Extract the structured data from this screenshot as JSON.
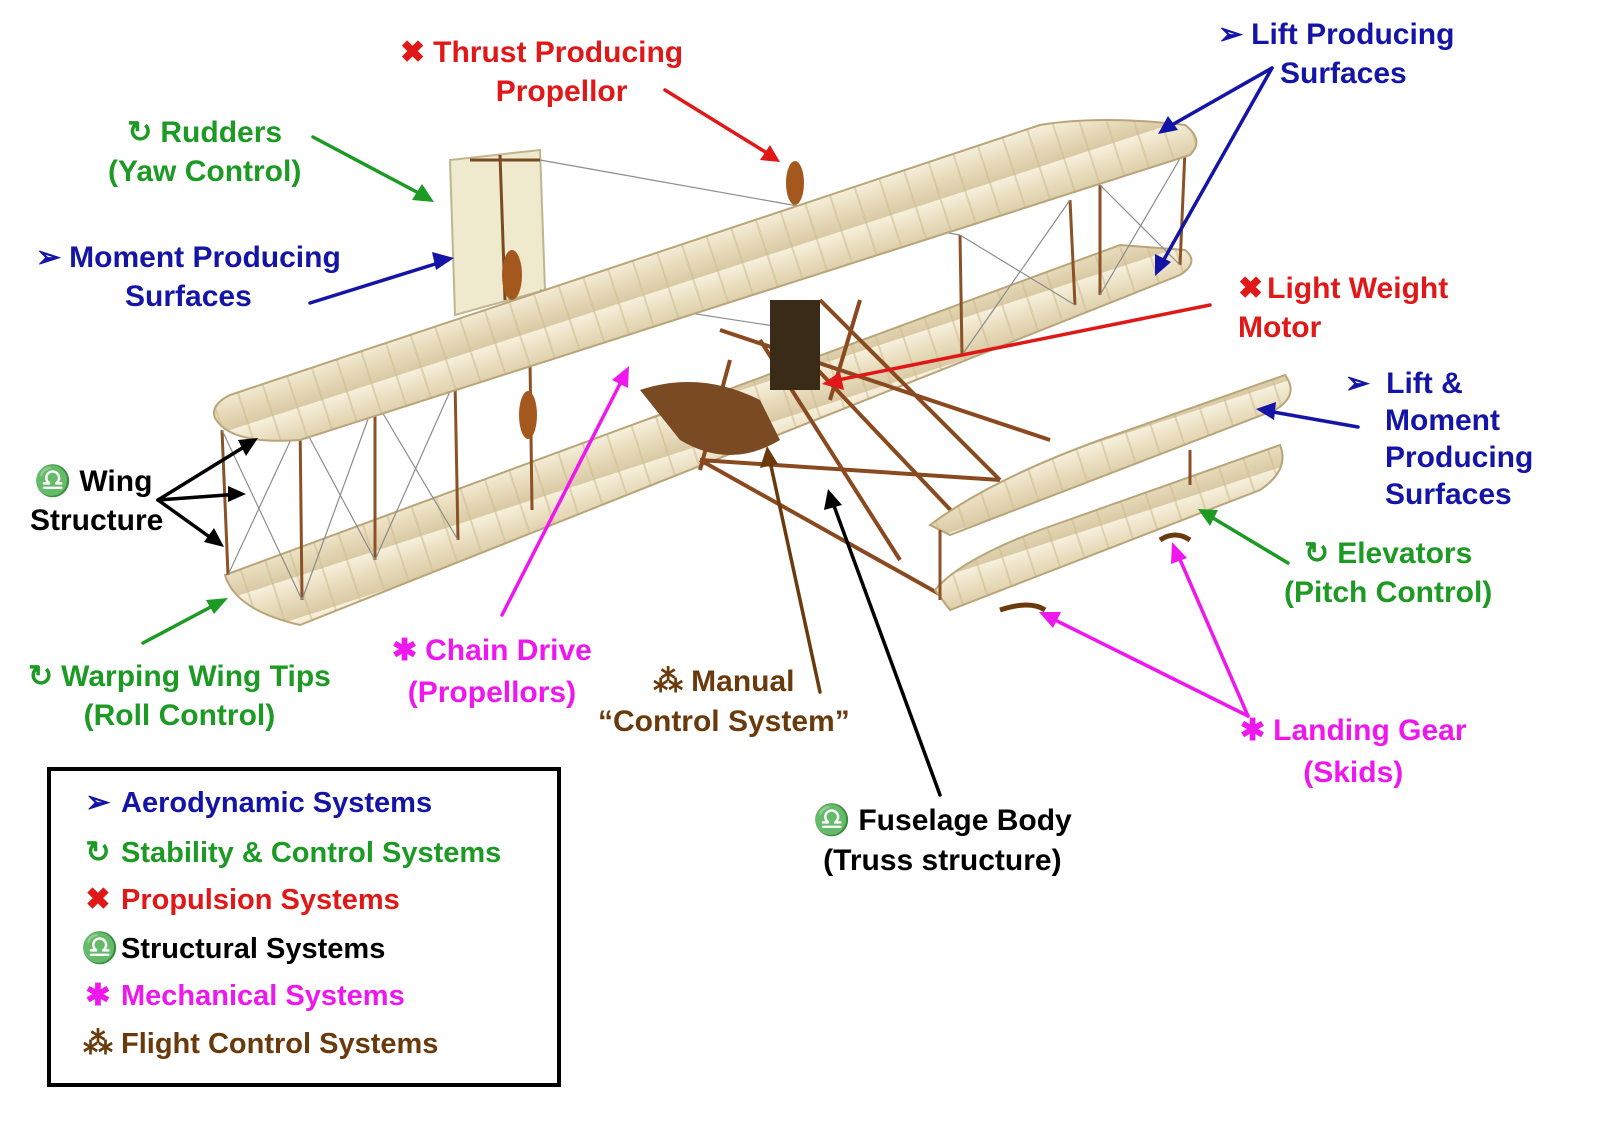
{
  "colors": {
    "aerodynamic": "#1414a6",
    "stability": "#1c9a24",
    "propulsion": "#e01818",
    "structural": "#000000",
    "mechanical": "#ee18ee",
    "flight_control": "#6b3a0c"
  },
  "icons": {
    "aerodynamic": "➢",
    "stability": "↻",
    "propulsion": "✖",
    "structural": "♎",
    "mechanical": "✱",
    "flight_control": "⁂"
  },
  "labels": {
    "thrust": [
      "Thrust Producing",
      "Propellor"
    ],
    "lift_surfaces": [
      "Lift Producing",
      "Surfaces"
    ],
    "rudders": [
      "Rudders",
      "(Yaw Control)"
    ],
    "moment_surfaces": [
      "Moment Producing",
      "Surfaces"
    ],
    "motor": [
      "Light Weight",
      "Motor"
    ],
    "lift_moment": [
      "Lift &",
      "Moment",
      "Producing",
      "Surfaces"
    ],
    "wing_structure": [
      "Wing",
      "Structure"
    ],
    "elevators": [
      "Elevators",
      "(Pitch Control)"
    ],
    "chain_drive": [
      "Chain Drive",
      "(Propellors)"
    ],
    "manual_control": [
      "Manual",
      "“Control System”"
    ],
    "warping": [
      "Warping Wing Tips",
      "(Roll Control)"
    ],
    "landing_gear": [
      "Landing Gear",
      "(Skids)"
    ],
    "fuselage": [
      "Fuselage Body",
      "(Truss structure)"
    ]
  },
  "legend": [
    {
      "icon": "➢",
      "text": "Aerodynamic Systems",
      "key": "aerodynamic"
    },
    {
      "icon": "↻",
      "text": "Stability & Control Systems",
      "key": "stability"
    },
    {
      "icon": "✖",
      "text": "Propulsion Systems",
      "key": "propulsion"
    },
    {
      "icon": "♎",
      "text": "Structural Systems",
      "key": "structural"
    },
    {
      "icon": "✱",
      "text": "Mechanical Systems",
      "key": "mechanical"
    },
    {
      "icon": "⁂",
      "text": "Flight Control Systems",
      "key": "flight_control"
    }
  ]
}
